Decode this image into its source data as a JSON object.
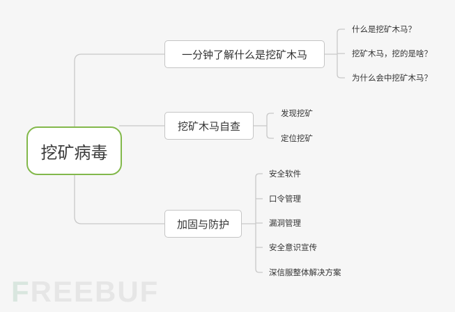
{
  "root": {
    "label": "挖矿病毒"
  },
  "branches": [
    {
      "label": "一分钟了解什么是挖矿木马",
      "children": [
        "什么是挖矿木马？",
        "挖矿木马，挖的是啥？",
        "为什么会中挖矿木马？"
      ]
    },
    {
      "label": "挖矿木马自查",
      "children": [
        "发现挖矿",
        "定位挖矿"
      ]
    },
    {
      "label": "加固与防护",
      "children": [
        "安全软件",
        "口令管理",
        "漏洞管理",
        "安全意识宣传",
        "深信服整体解决方案"
      ]
    }
  ],
  "watermark": {
    "prefix": "F",
    "rest": "REEBUF"
  },
  "colors": {
    "root_border": "#82b84a",
    "line": "#c8c8c8"
  }
}
